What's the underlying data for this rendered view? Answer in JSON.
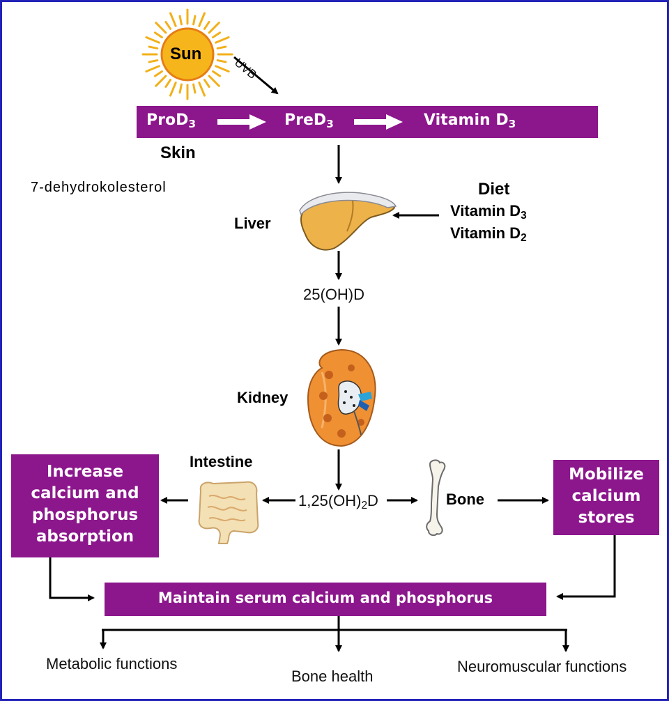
{
  "sun": {
    "label": "Sun"
  },
  "uvb": {
    "label": "UVB"
  },
  "skin_banner": {
    "prod": {
      "text": "ProD",
      "sub": "3"
    },
    "pred": {
      "text": "PreD",
      "sub": "3"
    },
    "vitd": {
      "text": "Vitamin D",
      "sub": "3"
    }
  },
  "skin_label": "Skin",
  "annotation": "7-dehydrokolesterol",
  "liver_label": "Liver",
  "diet": {
    "title": "Diet",
    "line1": {
      "text": "Vitamin D",
      "sub": "3"
    },
    "line2": {
      "text": "Vitamin D",
      "sub": "2"
    }
  },
  "metabolite_25": "25(OH)D",
  "kidney_label": "Kidney",
  "intestine_label": "Intestine",
  "metabolite_125": {
    "pre": "1,25(OH)",
    "sub": "2",
    "post": "D"
  },
  "bone_label": "Bone",
  "left_box": "Increase\ncalcium and\nphosphorus\nabsorption",
  "right_box": "Mobilize\ncalcium\nstores",
  "maintain_banner": "Maintain serum calcium and phosphorus",
  "outcomes": {
    "metabolic": "Metabolic functions",
    "bone_health": "Bone health",
    "neuromuscular": "Neuromuscular functions"
  },
  "colors": {
    "purple": "#8c168c",
    "frame": "#2323b8",
    "sun": "#f7b51c",
    "liver": "#eeb24a",
    "kidney": "#ef9033"
  }
}
